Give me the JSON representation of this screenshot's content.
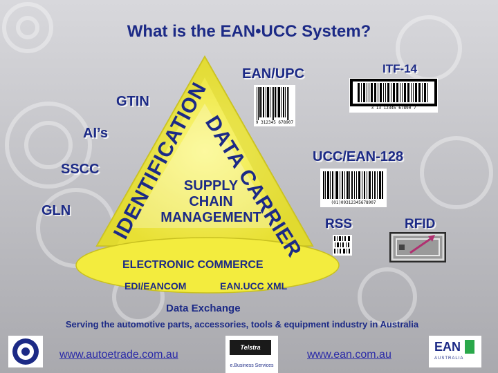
{
  "title": "What is the EAN•UCC System?",
  "labels": {
    "ean_upc": "EAN/UPC",
    "itf14": "ITF-14",
    "gtin": "GTIN",
    "ais": "AI’s",
    "sscc": "SSCC",
    "gln": "GLN",
    "ucc_ean128": "UCC/EAN-128",
    "rss": "RSS",
    "rfid": "RFID"
  },
  "triangle": {
    "identification": "IDENTIFICATION",
    "data_carrier": "DATA CARRIER",
    "center_lines": [
      "SUPPLY",
      "CHAIN",
      "MANAGEMENT"
    ],
    "electronic_commerce": "ELECTRONIC COMMERCE",
    "edi": "EDI/EANCOM",
    "xml": "EAN.UCC XML",
    "data_exchange": "Data Exchange"
  },
  "barcodes": {
    "ean_digits": "9 312345 678907",
    "itf_digits": "3 13 12345 67890 7",
    "ucc_digits": "(01)09312345678907"
  },
  "tagline": "Serving the automotive parts, accessories, tools & equipment industry in Australia",
  "footer": {
    "url_left": "www.autoetrade.com.au",
    "telstra_name": "Telstra",
    "telstra_sub": "e.Business Services",
    "url_right": "www.ean.com.au",
    "ean_logo": "EAN",
    "ean_logo_sub": "AUSTRALIA"
  },
  "colors": {
    "title_blue": "#1c2a86",
    "triangle_yellow": "#f6f04a",
    "triangle_yellow_dark": "#d6cf22",
    "page_gray": "#c4c4c8"
  }
}
